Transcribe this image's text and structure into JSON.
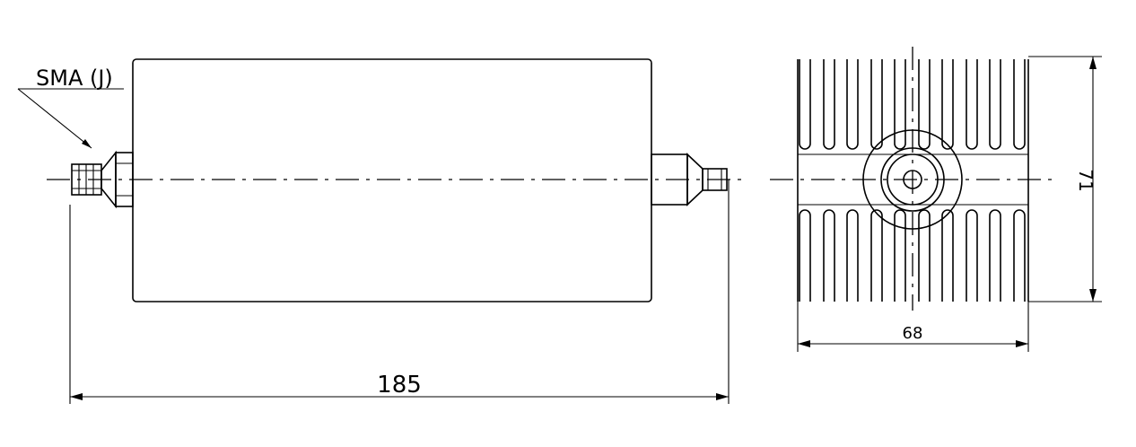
{
  "connector_label": "SMA (J)",
  "dimensions": {
    "length": "185",
    "width": "68",
    "height": "71"
  },
  "colors": {
    "line": "#000000",
    "background": "#ffffff"
  }
}
